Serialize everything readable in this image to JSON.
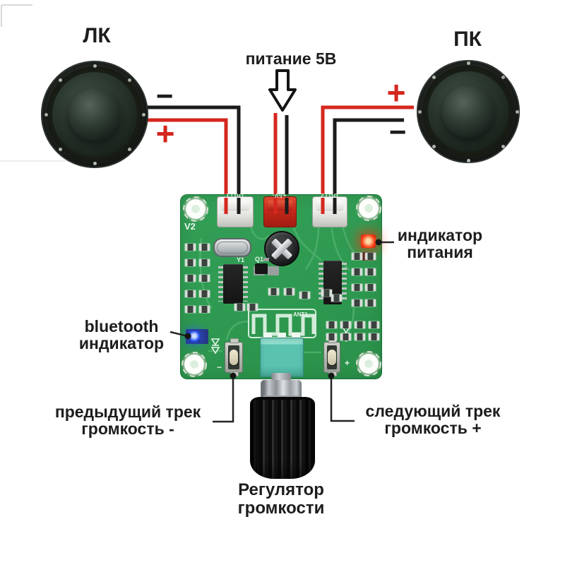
{
  "labels": {
    "left_speaker": "ЛК",
    "right_speaker": "ПК",
    "power": "питание 5В",
    "power_indicator_l1": "индикатор",
    "power_indicator_l2": "питания",
    "bt_l1": "bluetooth",
    "bt_l2": "индикатор",
    "prev_l1": "предыдущий трек",
    "prev_l2": "громкость -",
    "next_l1": "следующий трек",
    "next_l2": "громкость +",
    "vol_l1": "Регулятор",
    "vol_l2": "громкости"
  },
  "wire_signs": {
    "left_top_minus": "−",
    "left_bottom_plus": "+",
    "right_top_plus": "+",
    "right_bottom_minus": "−"
  },
  "silkscreen": {
    "version": "V2",
    "crystal": "Y1",
    "transistor": "Q1",
    "antenna": "ANT1",
    "conn_left": "OUT1",
    "conn_power": "+5V-",
    "conn_right": "OUT2",
    "btn_left_mark": "−",
    "btn_right_mark": "+"
  },
  "colors": {
    "pcb": "#2f9b52",
    "wire_red": "#d5271e",
    "wire_black": "#1c1c1c",
    "connector_red": "#c9281c",
    "led_red": "#ff3b1f",
    "led_blue": "#2b56f5",
    "pot_teal": "#5cc2b0",
    "label_text": "#1d1d1d"
  }
}
